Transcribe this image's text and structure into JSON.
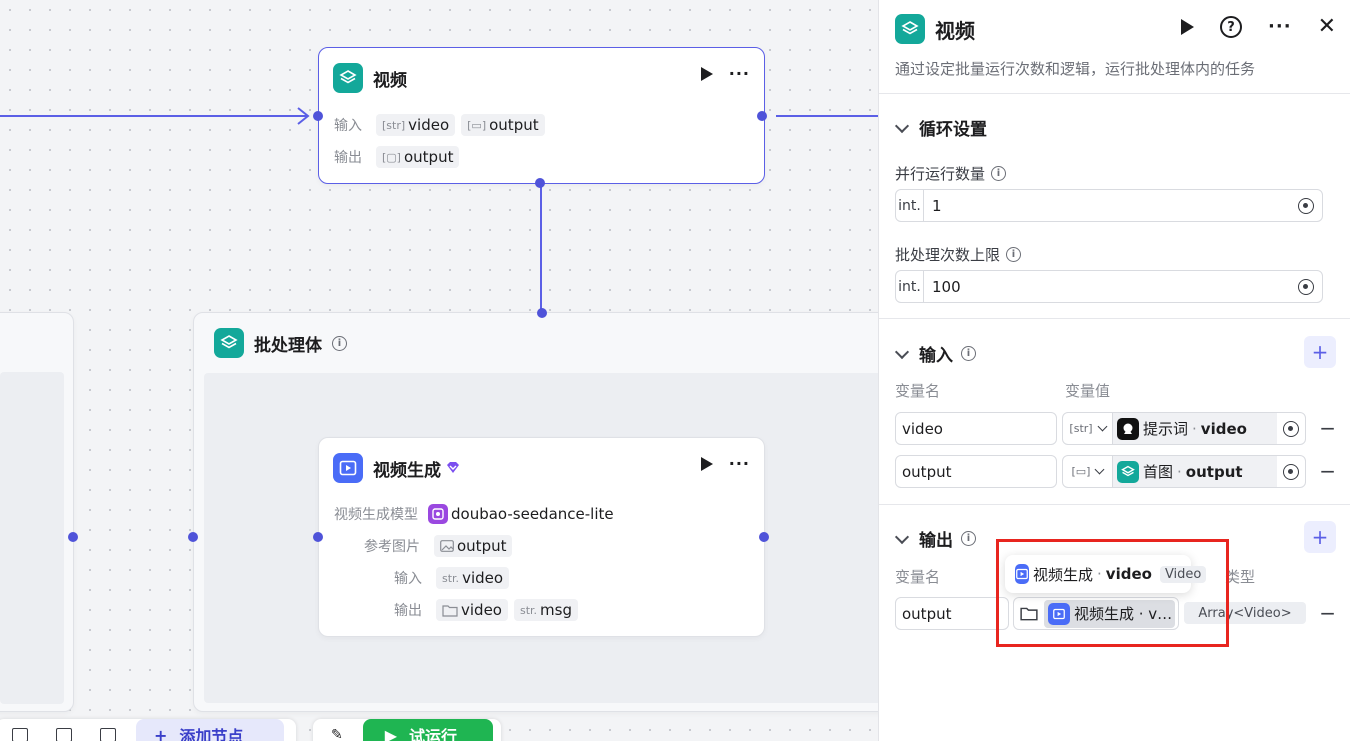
{
  "canvas": {
    "loop_node": {
      "title": "视频",
      "input_label": "输入",
      "output_label": "输出",
      "inputs": [
        {
          "type": "[str]",
          "name": "video"
        },
        {
          "type": "[▭]",
          "name": "output"
        }
      ],
      "outputs": [
        {
          "type": "[▢]",
          "name": "output"
        }
      ]
    },
    "batch_container": {
      "title": "批处理体"
    },
    "video_node": {
      "title": "视频生成",
      "model_label": "视频生成模型",
      "model_value": "doubao-seedance-lite",
      "ref_label": "参考图片",
      "ref_value": "output",
      "input_label": "输入",
      "input_type": "str.",
      "input_value": "video",
      "output_label": "输出",
      "outputs": [
        {
          "type": "",
          "name": "video"
        },
        {
          "type": "str.",
          "name": "msg"
        }
      ]
    },
    "toolbar": {
      "add_node": "添加节点",
      "test_run": "试运行"
    }
  },
  "panel": {
    "title": "视频",
    "description": "通过设定批量运行次数和逻辑，运行批处理体内的任务",
    "loop_settings": {
      "title": "循环设置",
      "parallel_label": "并行运行数量",
      "parallel_prefix": "int.",
      "parallel_value": "1",
      "limit_label": "批处理次数上限",
      "limit_prefix": "int.",
      "limit_value": "100"
    },
    "input_section": {
      "title": "输入",
      "col_name": "变量名",
      "col_value": "变量值",
      "rows": [
        {
          "name": "video",
          "type": "[str]",
          "ref_node": "提示词",
          "ref_var": "video"
        },
        {
          "name": "output",
          "type": "[▭]",
          "ref_node": "首图",
          "ref_var": "output"
        }
      ]
    },
    "output_section": {
      "title": "输出",
      "col_name": "变量名",
      "col_type": "类型",
      "row": {
        "name": "output",
        "ref_text": "视频生成 · v…",
        "type": "Array<Video>"
      },
      "tooltip": {
        "node": "视频生成",
        "var": "video",
        "type": "Video"
      }
    }
  },
  "colors": {
    "accent": "#5b5fe6",
    "teal": "#13a89a",
    "highlight": "#e8251f"
  }
}
